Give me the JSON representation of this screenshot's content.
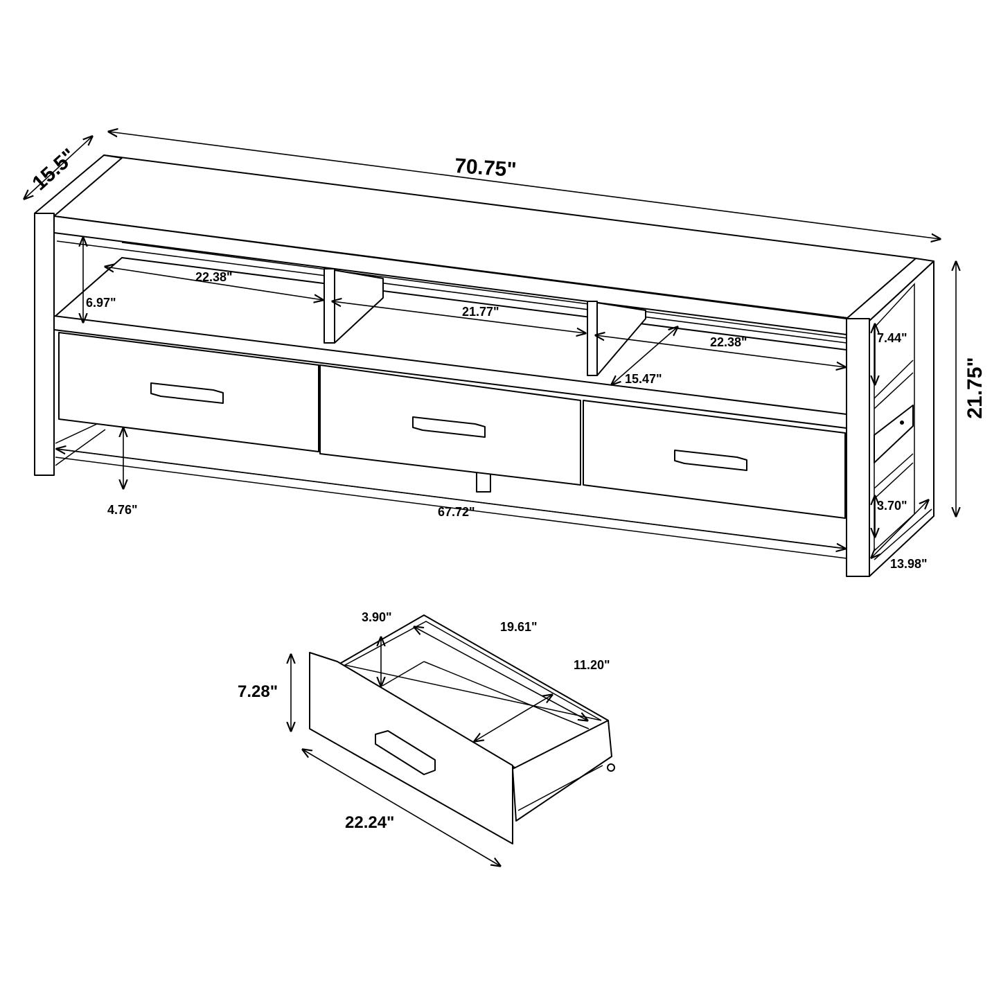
{
  "dimensions": {
    "overall_width": "70.75\"",
    "overall_depth": "15.5\"",
    "overall_height": "21.75\"",
    "left_opening_width": "22.38\"",
    "center_opening_width": "21.77\"",
    "right_opening_width": "22.38\"",
    "opening_height_left": "6.97\"",
    "opening_height_right": "7.44\"",
    "shelf_depth": "15.47\"",
    "bottom_clearance": "4.76\"",
    "inner_bottom_width": "67.72\"",
    "side_rail_height": "3.70\"",
    "side_inner_depth": "13.98\""
  },
  "drawer": {
    "height": "7.28\"",
    "width": "22.24\"",
    "inner_height": "3.90\"",
    "inner_width": "19.61\"",
    "inner_depth": "11.20\""
  }
}
